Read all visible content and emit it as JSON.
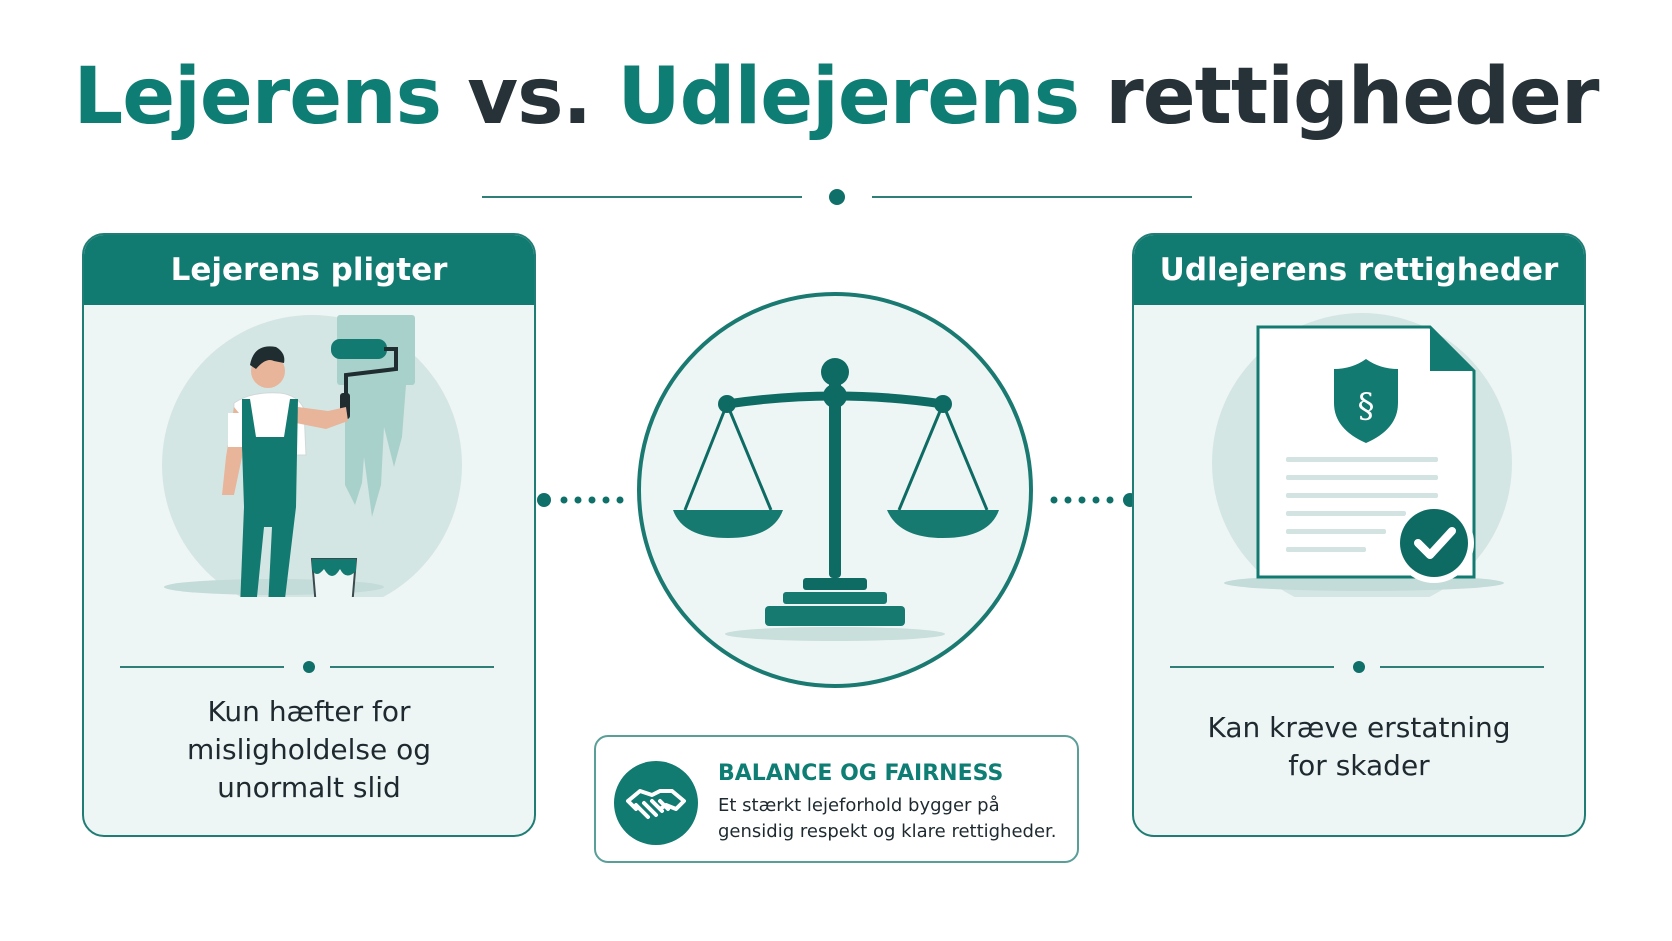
{
  "title": {
    "part1": "Lejerens",
    "part2": "vs.",
    "part3": "Udlejerens",
    "part4": "rettigheder"
  },
  "left_card": {
    "heading": "Lejerens pligter",
    "text_lines": [
      "Kun hæfter for",
      "misligholdelse og",
      "unormalt slid"
    ],
    "illustration": "painter-icon"
  },
  "right_card": {
    "heading": "Udlejerens rettigheder",
    "text_lines": [
      "Kan kræve erstatning",
      "for skader"
    ],
    "illustration": "legal-document-icon"
  },
  "center": {
    "illustration": "scales-of-justice-icon"
  },
  "balance_box": {
    "heading": "BALANCE OG FAIRNESS",
    "lines": [
      "Et stærkt lejeforhold bygger på",
      "gensidig respekt og klare rettigheder."
    ],
    "icon": "handshake-icon"
  },
  "colors": {
    "teal": "#117a71",
    "dark_teal": "#0e7068",
    "light_bg": "#eef6f5",
    "text_dark": "#263238"
  }
}
